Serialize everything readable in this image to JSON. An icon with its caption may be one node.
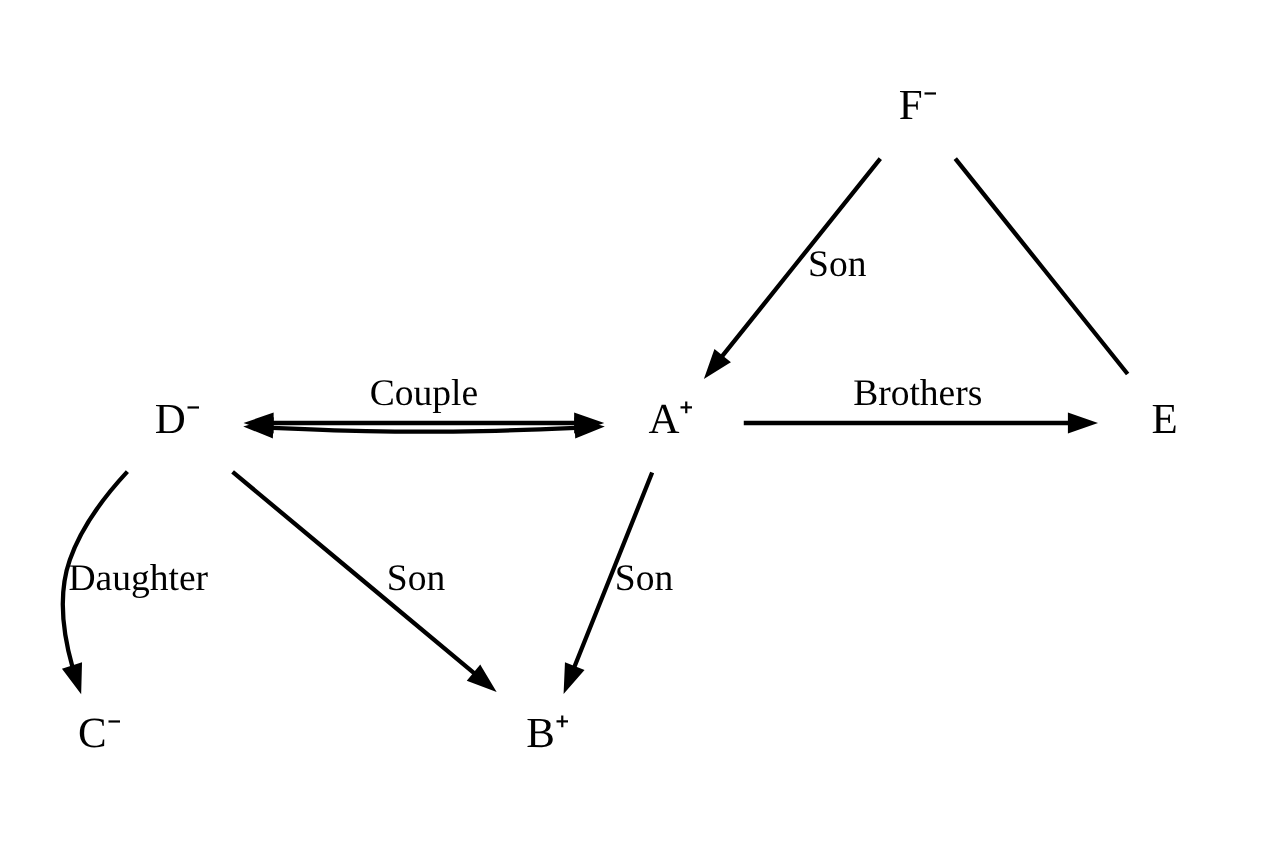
{
  "diagram": {
    "nodes": [
      {
        "text": [
          "F⁻"
        ]
      },
      {
        "text": [
          "D⁻"
        ]
      },
      {
        "text": [
          "A⁺"
        ]
      },
      {
        "text": [
          "E"
        ]
      },
      {
        "text": [
          "C⁻"
        ]
      },
      {
        "text": [
          "B⁺"
        ]
      }
    ],
    "edges": [
      {
        "from": 0,
        "to": 2,
        "arrow": "to",
        "label": "Son"
      },
      {
        "from": 0,
        "to": 3,
        "arrow": "none"
      },
      {
        "from": 1,
        "to": 2,
        "arrow": "both",
        "label": "Couple"
      },
      {
        "from": 1,
        "to": 2,
        "arrow": "both"
      },
      {
        "from": 2,
        "to": 3,
        "arrow": "to",
        "label": "Brothers"
      },
      {
        "from": 1,
        "to": 4,
        "arrow": "to",
        "label": "Daughter"
      },
      {
        "from": 1,
        "to": 5,
        "arrow": "to",
        "label": "Son"
      },
      {
        "from": 2,
        "to": 5,
        "arrow": "to",
        "label": "Son"
      }
    ]
  }
}
